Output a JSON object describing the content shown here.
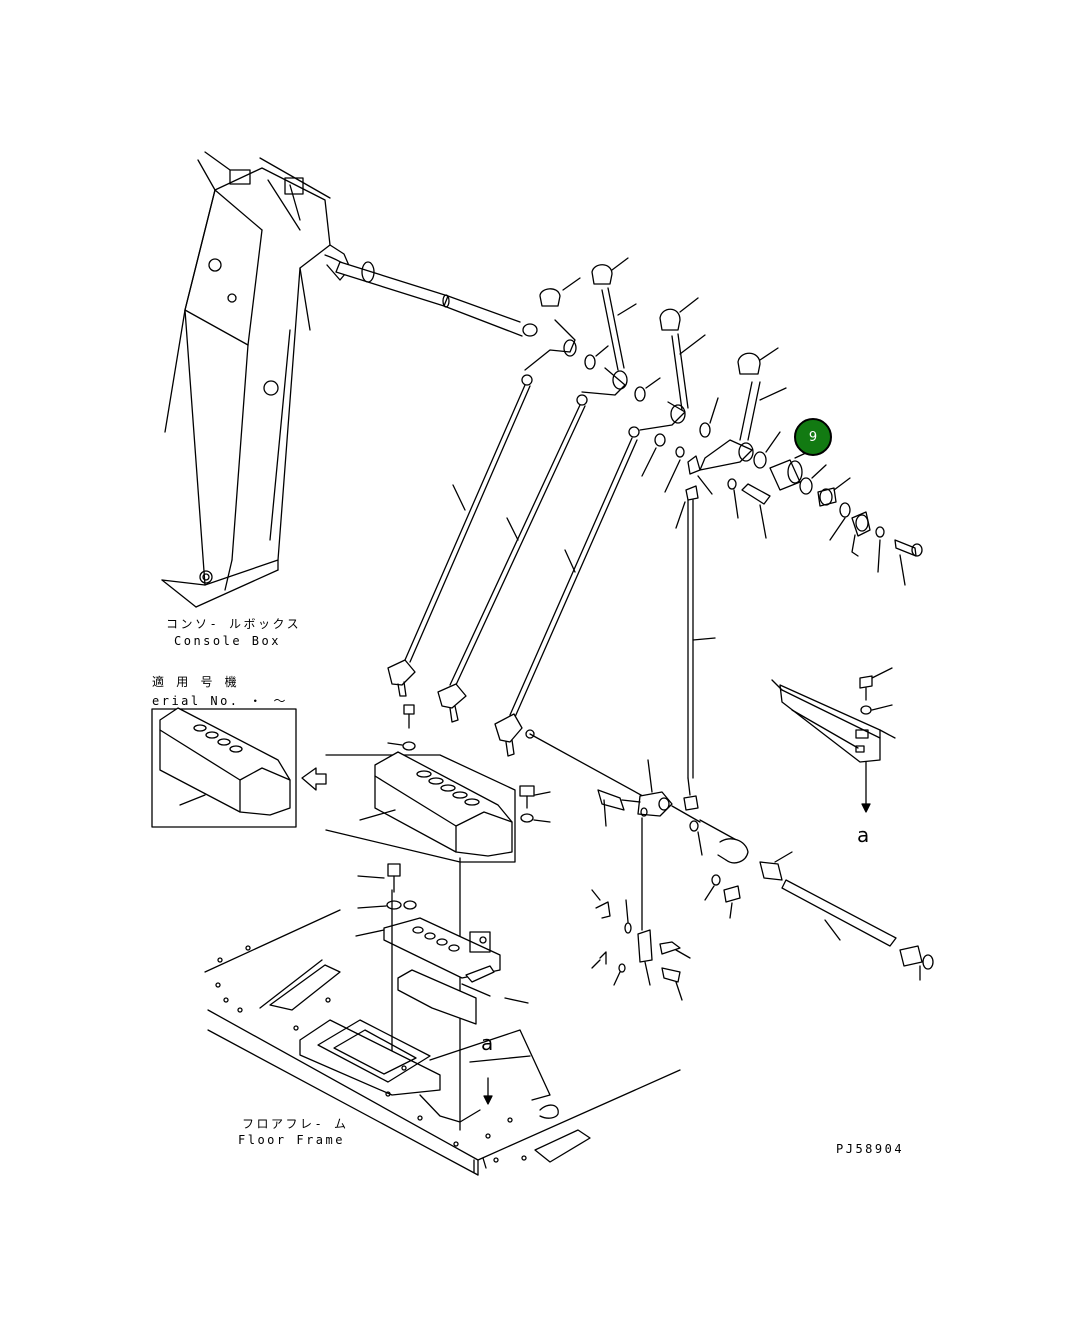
{
  "labels": {
    "console_box_jp": "コンソ- ルボックス",
    "console_box_en": "Console Box",
    "serial_jp": "適 用 号 機",
    "serial_en": "erial No.  ・ ～",
    "floor_frame_jp": "フロアフレ- ム",
    "floor_frame_en": "Floor Frame",
    "drawing_id": "PJ58904",
    "ref_a_right": "a",
    "ref_a_floor": "a"
  },
  "callout": {
    "number": "9",
    "color": "#127a12"
  }
}
